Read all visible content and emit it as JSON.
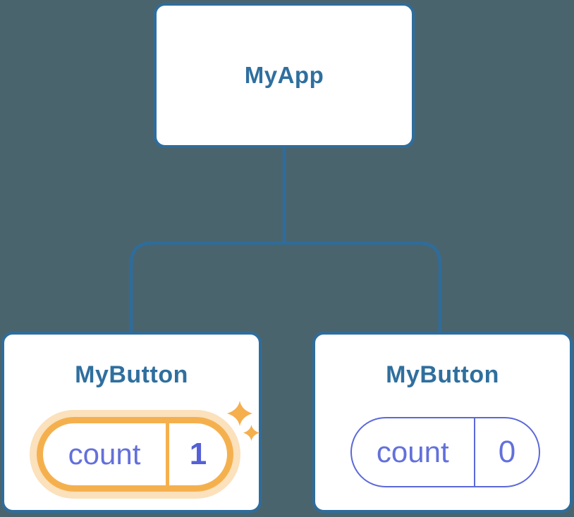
{
  "canvas": {
    "background": "#4A646E"
  },
  "colors": {
    "canvas_bg": "#4A646E",
    "node_fill": "#FFFFFF",
    "node_border_blue": "#2E6D9C",
    "node_title_blue": "#2F6F9E",
    "connector_blue": "#2E6D9C",
    "state_purple": "#6370DB",
    "state_value_purple": "#5560D6",
    "pill_border_purple": "#5B68DB",
    "highlight_orange": "#F5B04E",
    "highlight_glow": "rgba(245,176,78,0.38)",
    "sparkle_orange": "#F5AF4D"
  },
  "tree": {
    "root": {
      "label": "MyApp"
    },
    "children": [
      {
        "label": "MyButton",
        "state": {
          "name": "count",
          "value": "1"
        },
        "highlighted": true
      },
      {
        "label": "MyButton",
        "state": {
          "name": "count",
          "value": "0"
        },
        "highlighted": false
      }
    ]
  },
  "icons": [
    {
      "name": "sparkle-icon",
      "meaning": "state just updated",
      "color": "#F5AF4D"
    }
  ]
}
